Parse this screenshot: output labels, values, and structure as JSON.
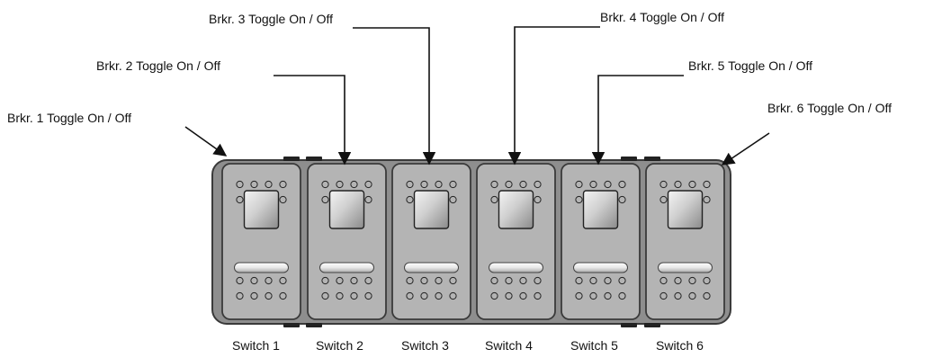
{
  "callouts": [
    {
      "label": "Brkr. 1 Toggle On / Off"
    },
    {
      "label": "Brkr. 2 Toggle On / Off"
    },
    {
      "label": "Brkr. 3 Toggle On / Off"
    },
    {
      "label": "Brkr. 4 Toggle On / Off"
    },
    {
      "label": "Brkr. 5 Toggle On / Off"
    },
    {
      "label": "Brkr. 6 Toggle On / Off"
    }
  ],
  "switches": [
    {
      "label": "Switch 1"
    },
    {
      "label": "Switch 2"
    },
    {
      "label": "Switch 3"
    },
    {
      "label": "Switch 4"
    },
    {
      "label": "Switch 5"
    },
    {
      "label": "Switch 6"
    }
  ],
  "colors": {
    "panel_fill": "#8e8e8e",
    "panel_outline": "#3a3a3a",
    "switch_fill": "#b4b4b4",
    "rocker_light": "#f2f2f2",
    "rocker_dark": "#8a8a8a",
    "line": "#111111"
  }
}
